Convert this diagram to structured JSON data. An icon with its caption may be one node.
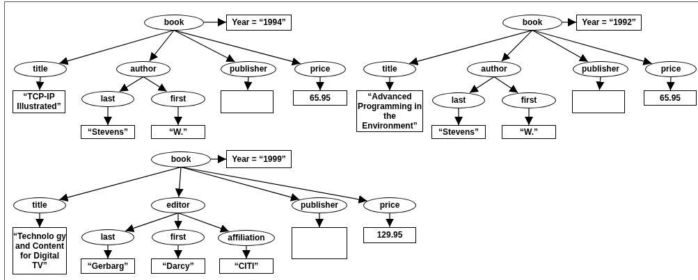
{
  "diagram": {
    "nodes": [
      {
        "text": [
          "book"
        ]
      },
      {
        "text": [
          "Year = “1994”"
        ]
      },
      {
        "text": [
          "title"
        ]
      },
      {
        "text": [
          "author"
        ]
      },
      {
        "text": [
          "publisher"
        ]
      },
      {
        "text": [
          "price"
        ]
      },
      {
        "text": [
          "“TCP-IP Illustrated”"
        ]
      },
      {
        "text": [
          "last"
        ]
      },
      {
        "text": [
          "first"
        ]
      },
      {
        "text": [],
        "shape": "box"
      },
      {
        "text": [
          "65.95"
        ]
      },
      {
        "text": [
          "“Stevens”"
        ]
      },
      {
        "text": [
          "“W.”"
        ]
      },
      {
        "text": [
          "book"
        ]
      },
      {
        "text": [
          "Year = “1992”"
        ]
      },
      {
        "text": [
          "title"
        ]
      },
      {
        "text": [
          "author"
        ]
      },
      {
        "text": [
          "publisher"
        ]
      },
      {
        "text": [
          "price"
        ]
      },
      {
        "text": [
          "“Advanced Programming in the Environment”"
        ]
      },
      {
        "text": [
          "last"
        ]
      },
      {
        "text": [
          "first"
        ]
      },
      {
        "text": [],
        "shape": "box"
      },
      {
        "text": [
          "65.95"
        ]
      },
      {
        "text": [
          "“Stevens”"
        ]
      },
      {
        "text": [
          "“W.”"
        ]
      },
      {
        "text": [
          "book"
        ]
      },
      {
        "text": [
          "Year = “1999”"
        ]
      },
      {
        "text": [
          "title"
        ]
      },
      {
        "text": [
          "editor"
        ]
      },
      {
        "text": [
          "publisher"
        ]
      },
      {
        "text": [
          "price"
        ]
      },
      {
        "text": [
          "“Technolo gy and Content for Digital TV”"
        ]
      },
      {
        "text": [
          "last"
        ]
      },
      {
        "text": [
          "first"
        ]
      },
      {
        "text": [
          "affiliation"
        ]
      },
      {
        "text": [],
        "shape": "box"
      },
      {
        "text": [
          "129.95"
        ]
      },
      {
        "text": [
          "“Gerbarg”"
        ]
      },
      {
        "text": [
          "“Darcy”"
        ]
      },
      {
        "text": [
          "“CITI”"
        ]
      }
    ],
    "edges": [
      {
        "from": 0,
        "to": 1,
        "arrow": "to"
      },
      {
        "from": 0,
        "to": 2,
        "arrow": "to"
      },
      {
        "from": 0,
        "to": 3,
        "arrow": "to"
      },
      {
        "from": 0,
        "to": 4,
        "arrow": "to"
      },
      {
        "from": 0,
        "to": 5,
        "arrow": "to"
      },
      {
        "from": 2,
        "to": 6,
        "arrow": "to"
      },
      {
        "from": 3,
        "to": 7,
        "arrow": "to"
      },
      {
        "from": 3,
        "to": 8,
        "arrow": "to"
      },
      {
        "from": 4,
        "to": 9,
        "arrow": "to"
      },
      {
        "from": 5,
        "to": 10,
        "arrow": "to"
      },
      {
        "from": 7,
        "to": 11,
        "arrow": "to"
      },
      {
        "from": 8,
        "to": 12,
        "arrow": "to"
      },
      {
        "from": 13,
        "to": 14,
        "arrow": "to"
      },
      {
        "from": 13,
        "to": 15,
        "arrow": "to"
      },
      {
        "from": 13,
        "to": 16,
        "arrow": "to"
      },
      {
        "from": 13,
        "to": 17,
        "arrow": "to"
      },
      {
        "from": 13,
        "to": 18,
        "arrow": "to"
      },
      {
        "from": 15,
        "to": 19,
        "arrow": "to"
      },
      {
        "from": 16,
        "to": 20,
        "arrow": "to"
      },
      {
        "from": 16,
        "to": 21,
        "arrow": "to"
      },
      {
        "from": 17,
        "to": 22,
        "arrow": "to"
      },
      {
        "from": 18,
        "to": 23,
        "arrow": "to"
      },
      {
        "from": 20,
        "to": 24,
        "arrow": "to"
      },
      {
        "from": 21,
        "to": 25,
        "arrow": "to"
      },
      {
        "from": 26,
        "to": 27,
        "arrow": "to"
      },
      {
        "from": 26,
        "to": 28,
        "arrow": "to"
      },
      {
        "from": 26,
        "to": 29,
        "arrow": "to"
      },
      {
        "from": 26,
        "to": 30,
        "arrow": "to"
      },
      {
        "from": 26,
        "to": 31,
        "arrow": "to"
      },
      {
        "from": 28,
        "to": 32,
        "arrow": "to"
      },
      {
        "from": 29,
        "to": 33,
        "arrow": "to"
      },
      {
        "from": 29,
        "to": 34,
        "arrow": "to"
      },
      {
        "from": 29,
        "to": 35,
        "arrow": "to"
      },
      {
        "from": 30,
        "to": 36,
        "arrow": "to"
      },
      {
        "from": 31,
        "to": 37,
        "arrow": "to"
      },
      {
        "from": 33,
        "to": 38,
        "arrow": "to"
      },
      {
        "from": 34,
        "to": 39,
        "arrow": "to"
      },
      {
        "from": 35,
        "to": 40,
        "arrow": "to"
      }
    ]
  }
}
